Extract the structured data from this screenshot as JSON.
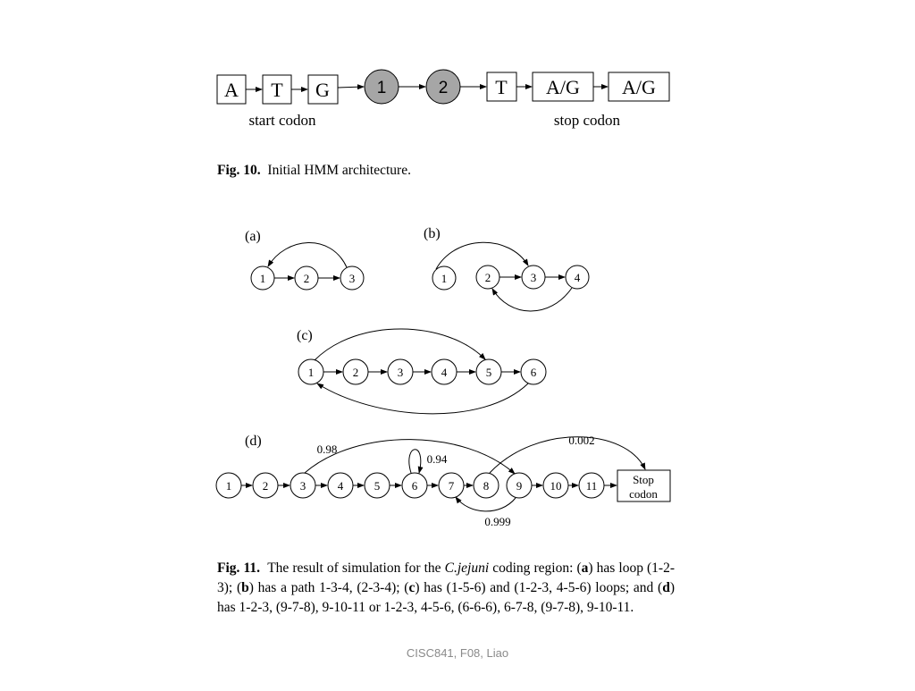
{
  "fig10": {
    "start_boxes": [
      "A",
      "T",
      "G"
    ],
    "states": [
      "1",
      "2"
    ],
    "stop_boxes": [
      "T",
      "A/G",
      "A/G"
    ],
    "start_label": "start codon",
    "stop_label": "stop codon",
    "state_fill": "#a6a6a6",
    "caption": {
      "label": "Fig. 10.",
      "text": "Initial HMM architecture."
    }
  },
  "fig11": {
    "a": {
      "label": "(a)",
      "nodes": [
        "1",
        "2",
        "3"
      ]
    },
    "b": {
      "label": "(b)",
      "nodes": [
        "1",
        "2",
        "3",
        "4"
      ]
    },
    "c": {
      "label": "(c)",
      "nodes": [
        "1",
        "2",
        "3",
        "4",
        "5",
        "6"
      ]
    },
    "d": {
      "label": "(d)",
      "nodes": [
        "1",
        "2",
        "3",
        "4",
        "5",
        "6",
        "7",
        "8",
        "9",
        "10",
        "11"
      ],
      "stop_lines": [
        "Stop",
        "codon"
      ],
      "p_3_to_9": "0.98",
      "p_6_self": "0.94",
      "p_8_to_stop": "0.002",
      "p_9_to_7": "0.999"
    },
    "caption": {
      "label": "Fig. 11.",
      "text1": "The result of simulation for the",
      "species": "C.jejuni",
      "text2": "coding region: (",
      "a": "a",
      "text3": ") has loop (1-2-3); (",
      "b": "b",
      "text4": ") has a path 1-3-4, (2-3-4); (",
      "c": "c",
      "text5": ") has (1-5-6) and (1-2-3, 4-5-6) loops; and (",
      "d": "d",
      "text6": ") has 1-2-3, (9-7-8), 9-10-11 or 1-2-3, 4-5-6, (6-6-6), 6-7-8, (9-7-8), 9-10-11."
    }
  },
  "footer": "CISC841, F08, Liao"
}
